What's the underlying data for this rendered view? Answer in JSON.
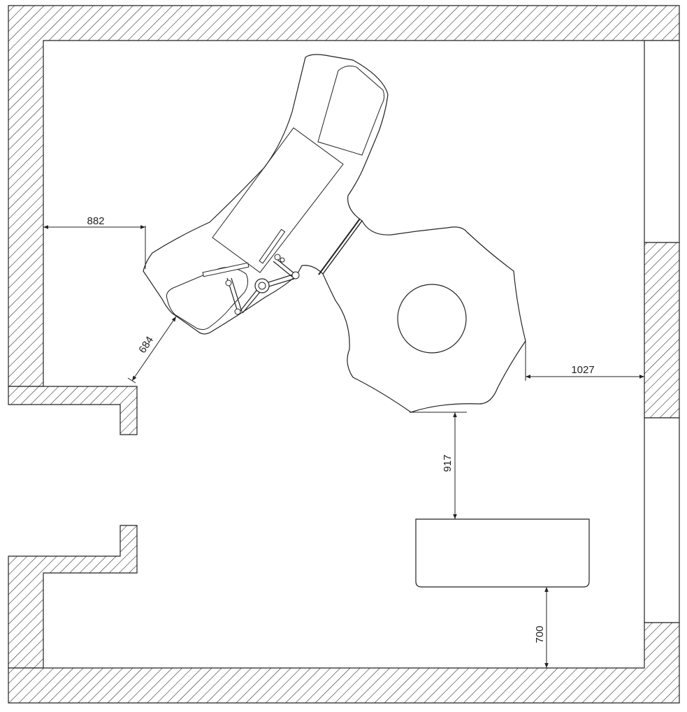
{
  "dimensions": {
    "left_wall_to_chair": "882",
    "chair_to_door": "684",
    "unit_to_right_wall": "1027",
    "unit_to_cabinet": "917",
    "cabinet_to_bottom_wall": "700"
  }
}
